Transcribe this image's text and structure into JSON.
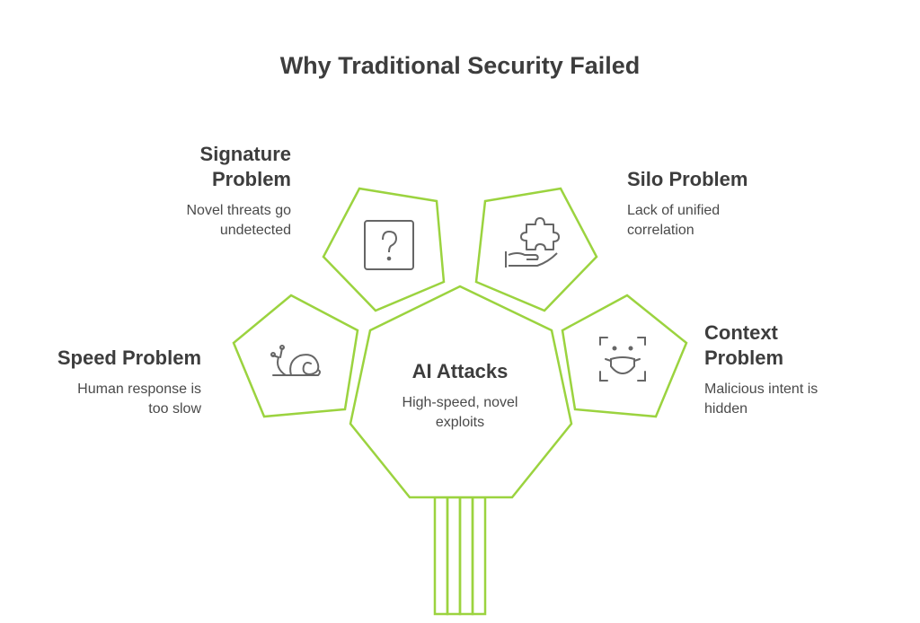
{
  "title": "Why Traditional Security Failed",
  "accent_color": "#9bd33f",
  "icon_color": "#666666",
  "center": {
    "title": "AI Attacks",
    "description": "High-speed, novel\nexploits"
  },
  "problems": [
    {
      "title": "Signature\nProblem",
      "description": "Novel threats go\nundetected",
      "icon": "question-box-icon"
    },
    {
      "title": "Silo Problem",
      "description": "Lack of unified\ncorrelation",
      "icon": "puzzle-hand-icon"
    },
    {
      "title": "Speed Problem",
      "description": "Human response is\ntoo slow",
      "icon": "snail-icon"
    },
    {
      "title": "Context\nProblem",
      "description": "Malicious intent is\nhidden",
      "icon": "masked-face-scan-icon"
    }
  ]
}
